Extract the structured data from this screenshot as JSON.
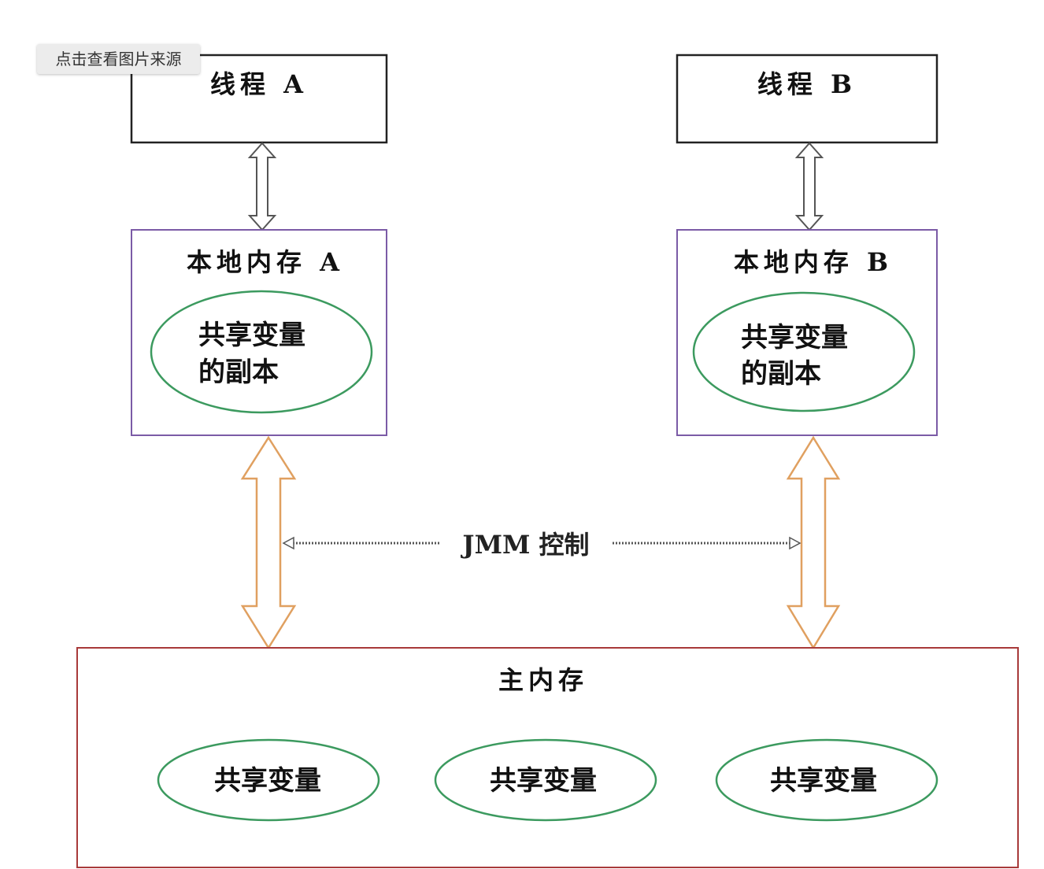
{
  "source_link": {
    "label": "点击查看图片来源"
  },
  "thread_a": {
    "label": "线程 A"
  },
  "thread_b": {
    "label": "线程 B"
  },
  "local_a": {
    "label": "本地内存 A",
    "copy_line1": "共享变量",
    "copy_line2": "的副本"
  },
  "local_b": {
    "label": "本地内存 B",
    "copy_line1": "共享变量",
    "copy_line2": "的副本"
  },
  "jmm": {
    "label": "JMM 控制"
  },
  "main_memory": {
    "label": "主内存",
    "vars": [
      "共享变量",
      "共享变量",
      "共享变量"
    ]
  },
  "colors": {
    "thread_border": "#222222",
    "local_border": "#7b5ba6",
    "main_border": "#a83a3a",
    "ellipse": "#3c9a5f",
    "arrow_thread": "#555555",
    "arrow_main": "#e0a060",
    "jmm_dots": "#555555"
  }
}
